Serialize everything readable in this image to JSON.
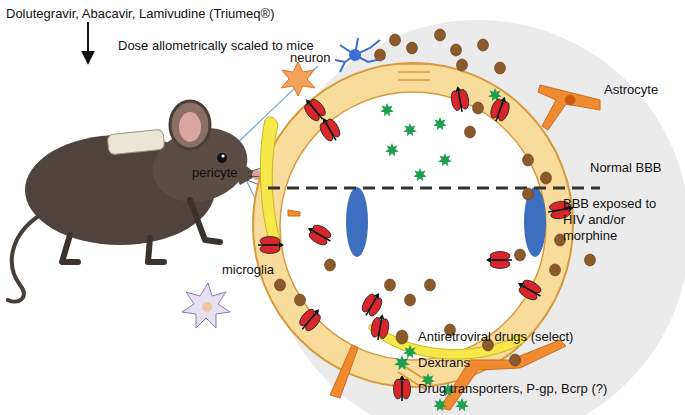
{
  "diagram": {
    "labels": [
      "Dolutegravir, Abacavir, Lamivudine (Triumeq®)",
      "Dose allometrically scaled to mice",
      "neuron",
      "Astrocyte",
      "pericyte",
      "Normal BBB",
      "BBB exposed to HIV and/or morphine",
      "microglia"
    ],
    "legend": [
      {
        "text": "Antiretroviral drugs (select)",
        "color": "#8a5a2b"
      },
      {
        "text": "Dextrans",
        "color": "#1e9e4f"
      },
      {
        "text": "Drug transporters, P-gp, Bcrp (?)"
      }
    ]
  }
}
